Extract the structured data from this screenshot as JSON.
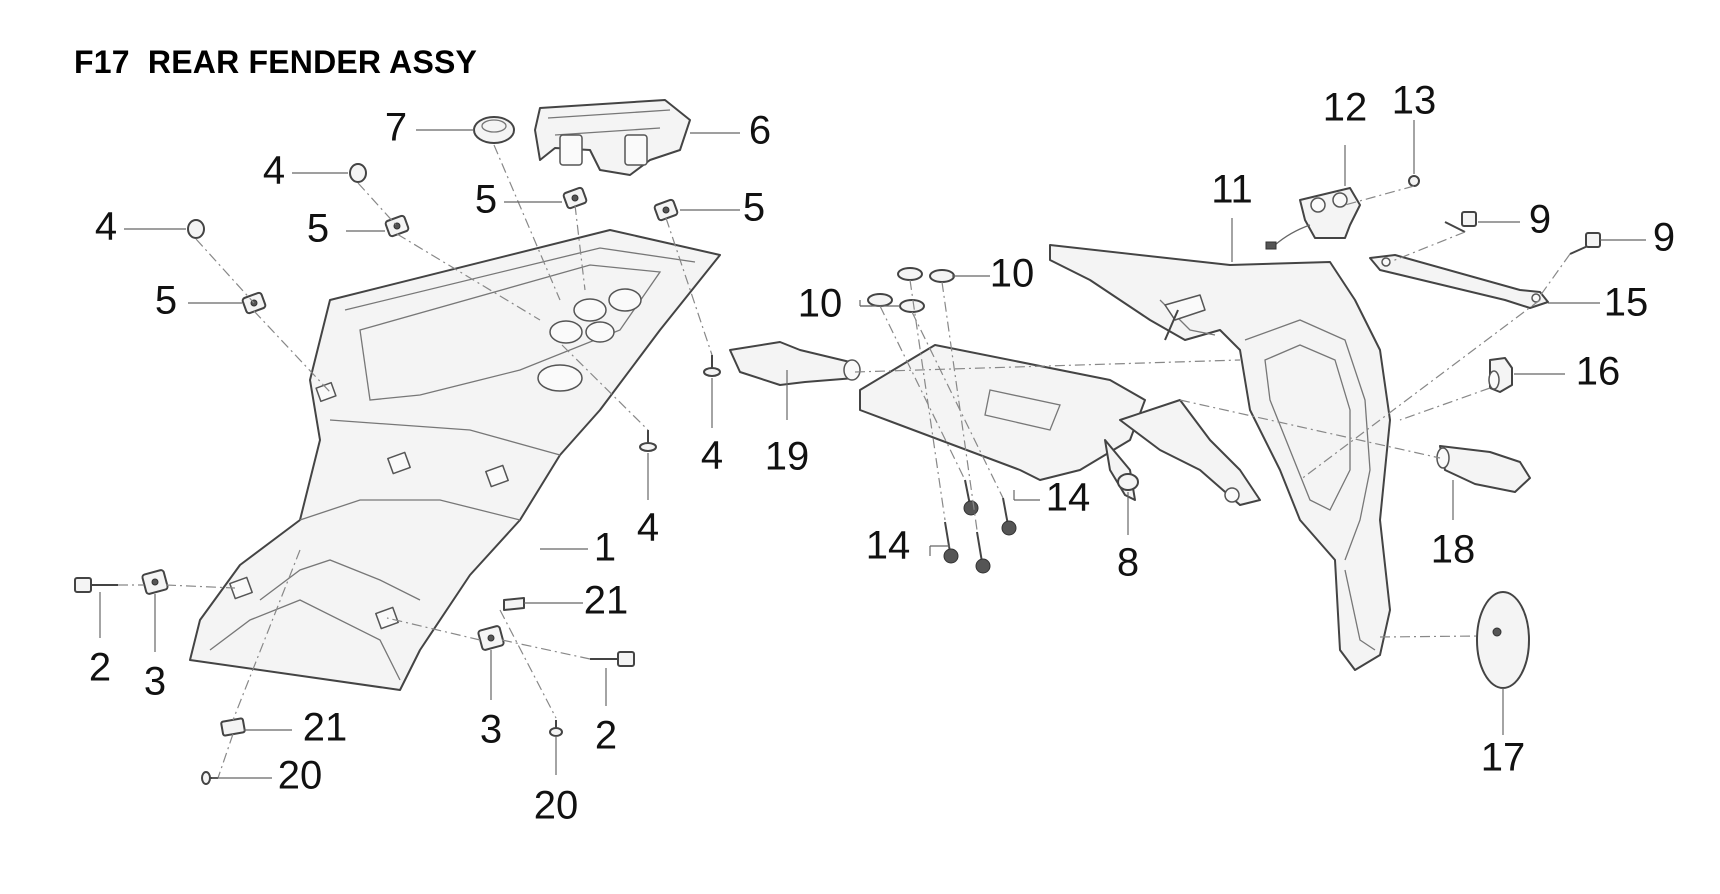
{
  "title": "F17  REAR FENDER ASSY",
  "callouts": [
    {
      "id": "c1",
      "label": "1"
    },
    {
      "id": "c2a",
      "label": "2"
    },
    {
      "id": "c2b",
      "label": "2"
    },
    {
      "id": "c3a",
      "label": "3"
    },
    {
      "id": "c3b",
      "label": "3"
    },
    {
      "id": "c4a",
      "label": "4"
    },
    {
      "id": "c4b",
      "label": "4"
    },
    {
      "id": "c4c",
      "label": "4"
    },
    {
      "id": "c4d",
      "label": "4"
    },
    {
      "id": "c5a",
      "label": "5"
    },
    {
      "id": "c5b",
      "label": "5"
    },
    {
      "id": "c5c",
      "label": "5"
    },
    {
      "id": "c5d",
      "label": "5"
    },
    {
      "id": "c6",
      "label": "6"
    },
    {
      "id": "c7",
      "label": "7"
    },
    {
      "id": "c8",
      "label": "8"
    },
    {
      "id": "c9a",
      "label": "9"
    },
    {
      "id": "c9b",
      "label": "9"
    },
    {
      "id": "c10a",
      "label": "10"
    },
    {
      "id": "c10b",
      "label": "10"
    },
    {
      "id": "c11",
      "label": "11"
    },
    {
      "id": "c12",
      "label": "12"
    },
    {
      "id": "c13",
      "label": "13"
    },
    {
      "id": "c14a",
      "label": "14"
    },
    {
      "id": "c14b",
      "label": "14"
    },
    {
      "id": "c15",
      "label": "15"
    },
    {
      "id": "c16",
      "label": "16"
    },
    {
      "id": "c17",
      "label": "17"
    },
    {
      "id": "c18",
      "label": "18"
    },
    {
      "id": "c19",
      "label": "19"
    },
    {
      "id": "c20a",
      "label": "20"
    },
    {
      "id": "c20b",
      "label": "20"
    },
    {
      "id": "c21a",
      "label": "21"
    },
    {
      "id": "c21b",
      "label": "21"
    }
  ]
}
